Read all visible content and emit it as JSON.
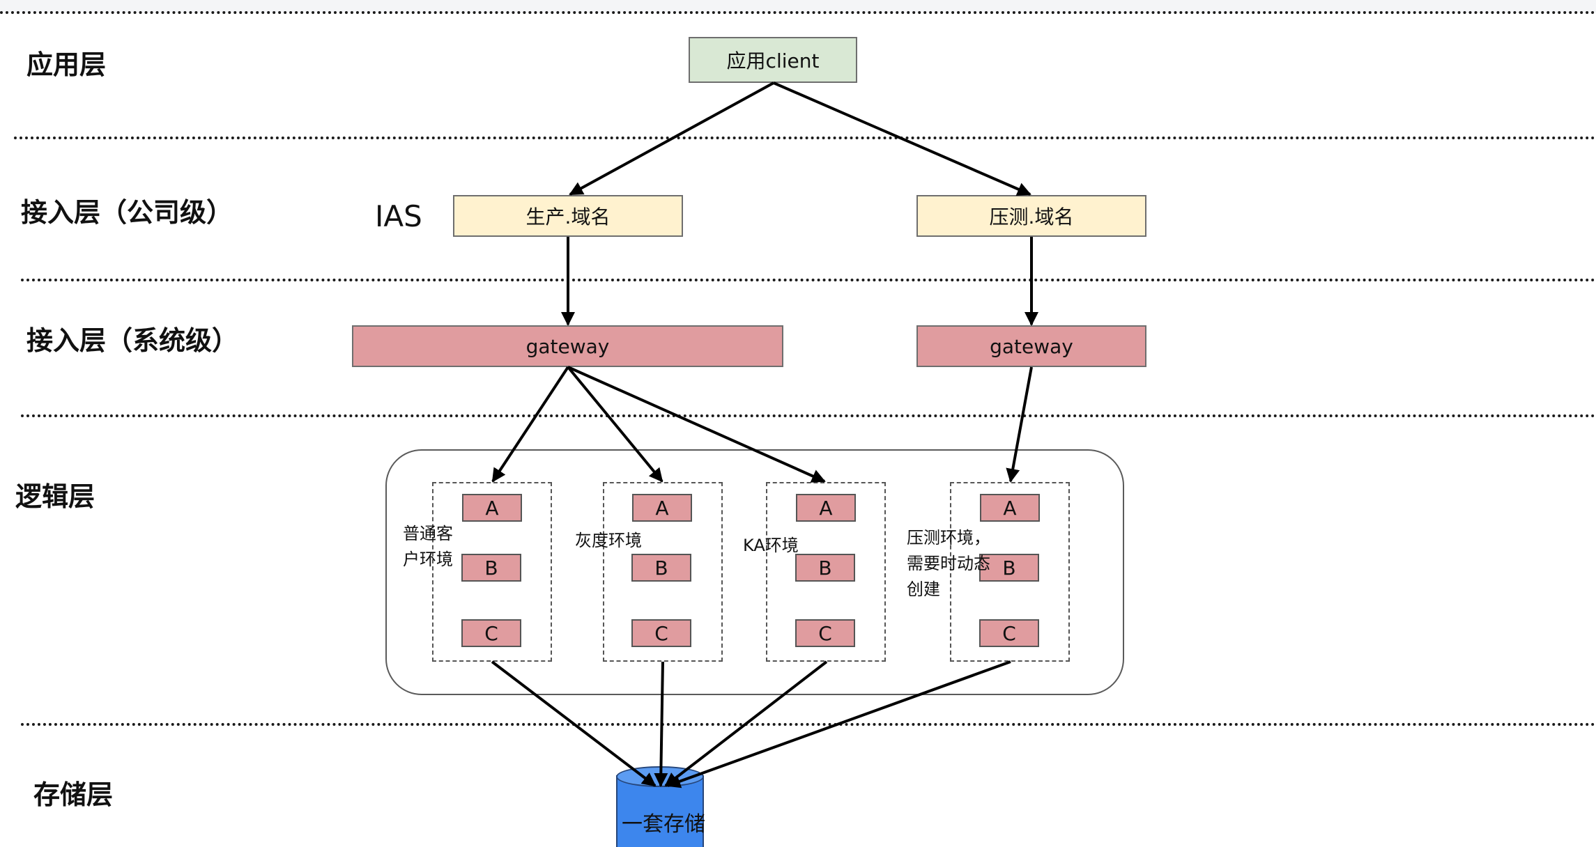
{
  "layers": {
    "app": "应用层",
    "access_company": "接入层（公司级）",
    "access_system": "接入层（系统级）",
    "logic": "逻辑层",
    "storage": "存储层"
  },
  "ias_label": "IAS",
  "nodes": {
    "client": "应用client",
    "prod_domain": "生产.域名",
    "stress_domain": "压测.域名",
    "gateway_prod": "gateway",
    "gateway_stress": "gateway",
    "storage": "一套存储"
  },
  "environments": [
    {
      "note": "普通客\n户环境",
      "services": [
        "A",
        "B",
        "C"
      ]
    },
    {
      "note": "灰度环境",
      "services": [
        "A",
        "B",
        "C"
      ]
    },
    {
      "note": "KA环境",
      "services": [
        "A",
        "B",
        "C"
      ]
    },
    {
      "note": "压测环境，\n需要时动态\n创建",
      "services": [
        "A",
        "B",
        "C"
      ]
    }
  ],
  "colors": {
    "client_fill": "#d9e8d4",
    "domain_fill": "#fff2cf",
    "gateway_fill": "#e09c9f",
    "service_fill": "#e09c9f",
    "storage_fill": "#3d86ed"
  }
}
